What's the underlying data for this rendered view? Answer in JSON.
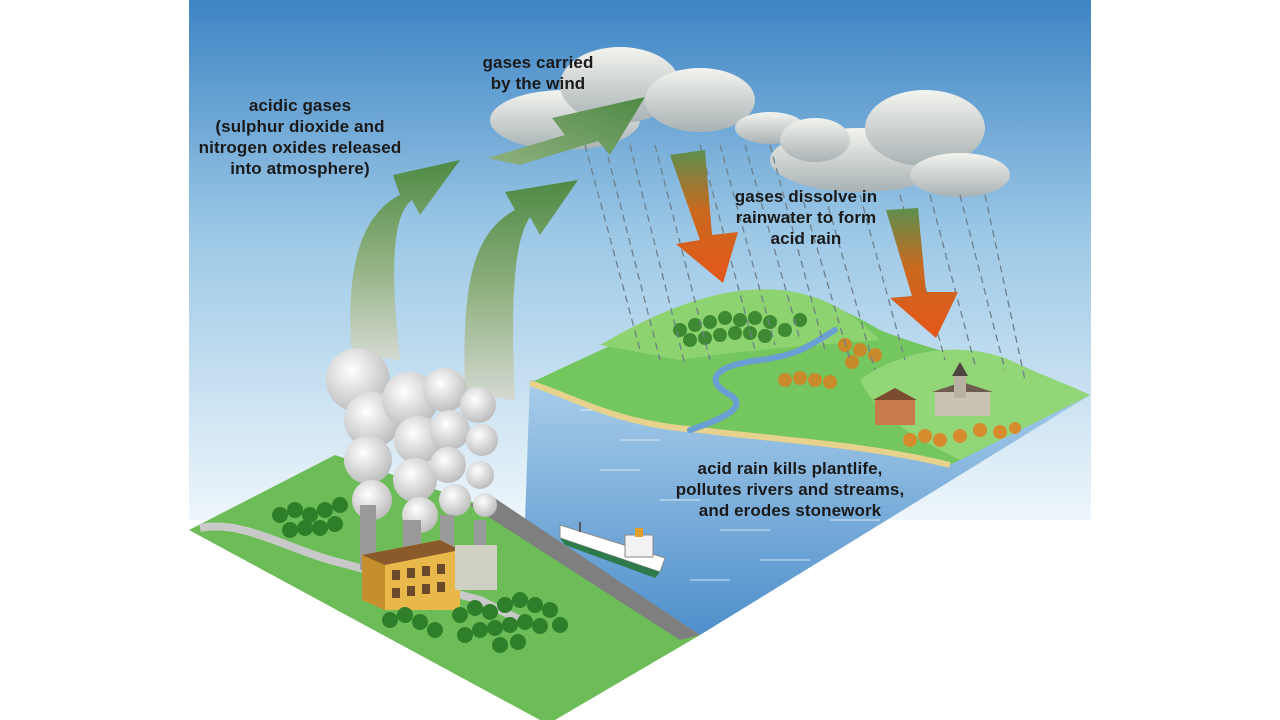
{
  "labels": {
    "acidic_gases": "acidic gases\n(sulphur dioxide and\nnitrogen oxides released\ninto atmosphere)",
    "gases_carried": "gases carried\nby the wind",
    "gases_dissolve": "gases dissolve in\nrainwater to form\nacid rain",
    "acid_rain_effects": "acid rain kills plantlife,\npollutes rivers and streams,\nand erodes stonework"
  },
  "colors": {
    "sky_top": "#3f86c6",
    "sky_bottom": "#e8f3fa",
    "grass": "#6dc15a",
    "water": "#6aa4d6",
    "gas_arrow": "#5e9150",
    "rain_arrow": "#e4591c",
    "smoke": "#d9d9d9",
    "factory": "#e8b84a"
  }
}
